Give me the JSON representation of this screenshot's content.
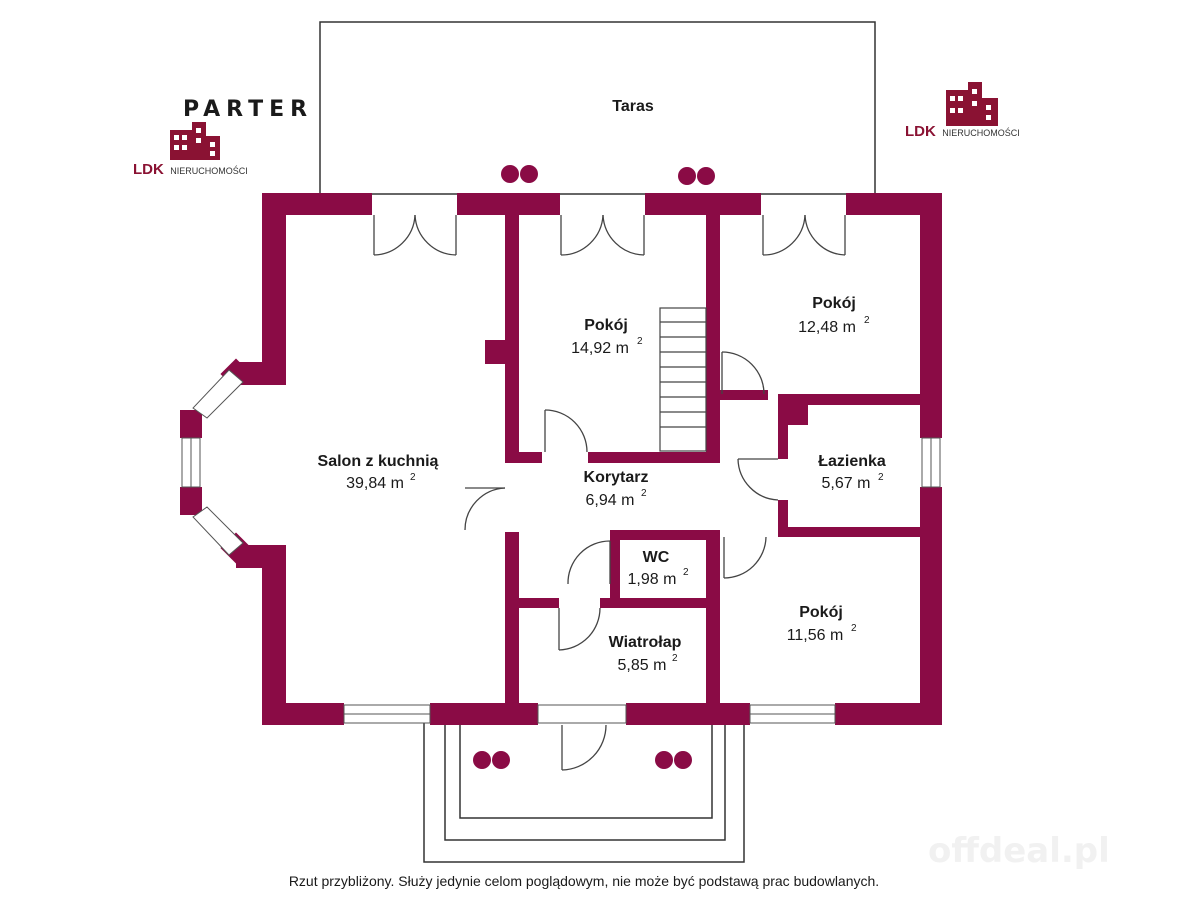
{
  "plan": {
    "title": "PARTER",
    "wall_color": "#8a0b45",
    "logo": {
      "brand": "LDK",
      "sub": "NIERUCHOMOŚCI",
      "color": "#8a1233"
    },
    "watermark": "offdeal.pl",
    "disclaimer": "Rzut przybliżony. Służy jedynie celom poglądowym, nie może być podstawą prac budowlanych.",
    "rooms": [
      {
        "name": "Taras",
        "area": ""
      },
      {
        "name": "Salon z kuchnią",
        "area": "39,84 m",
        "unit_exp": "2"
      },
      {
        "name": "Pokój",
        "area": "14,92 m",
        "unit_exp": "2"
      },
      {
        "name": "Pokój",
        "area": "12,48 m",
        "unit_exp": "2"
      },
      {
        "name": "Korytarz",
        "area": "6,94 m",
        "unit_exp": "2"
      },
      {
        "name": "Łazienka",
        "area": "5,67 m",
        "unit_exp": "2"
      },
      {
        "name": "WC",
        "area": "1,98 m",
        "unit_exp": "2"
      },
      {
        "name": "Wiatrołap",
        "area": "5,85 m",
        "unit_exp": "2"
      },
      {
        "name": "Pokój",
        "area": "11,56 m",
        "unit_exp": "2"
      }
    ]
  }
}
